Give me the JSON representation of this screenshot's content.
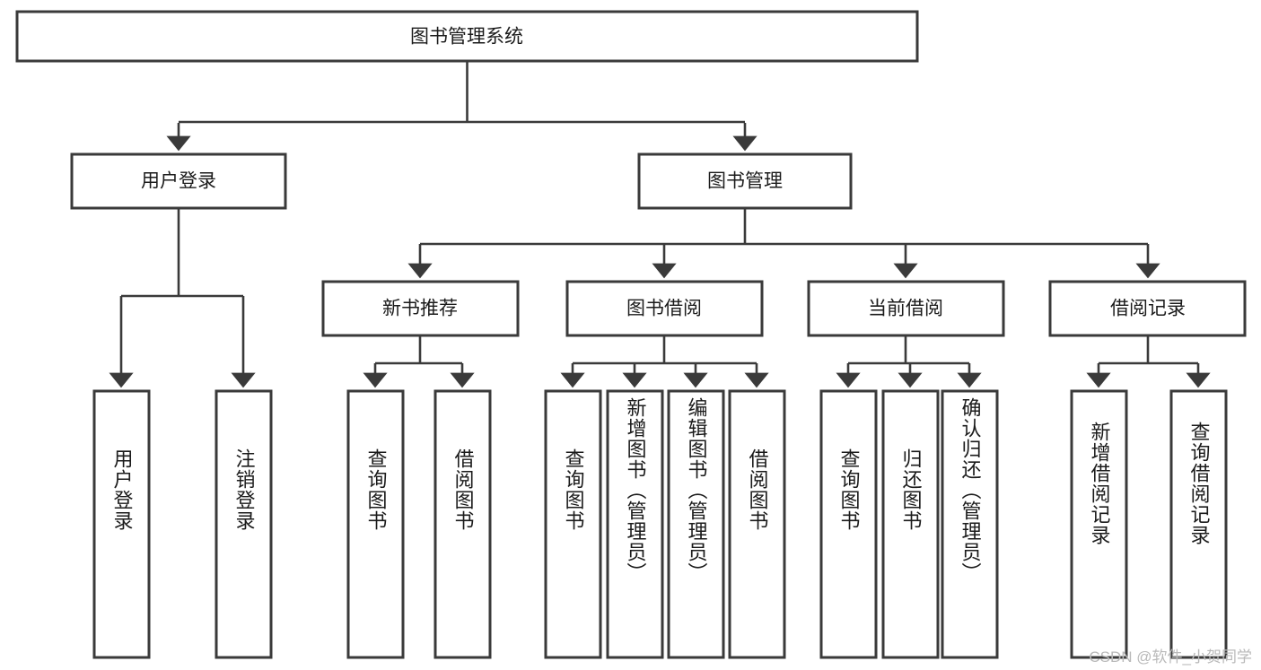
{
  "title": "图书管理系统",
  "watermark": "CSDN @软件_小贺同学",
  "colors": {
    "box_stroke": "#3a3a3a",
    "connector": "#3a3a3a",
    "text": "#1b1b1b",
    "background": "#ffffff",
    "watermark": "#b9b9b9"
  },
  "chart_data": {
    "type": "diagram",
    "diagram_kind": "hierarchy-tree",
    "title": "图书管理系统",
    "root": {
      "label": "图书管理系统",
      "children": [
        {
          "label": "用户登录",
          "children": [
            {
              "label": "用户登录"
            },
            {
              "label": "注销登录"
            }
          ]
        },
        {
          "label": "图书管理",
          "children": [
            {
              "label": "新书推荐",
              "children": [
                {
                  "label": "查询图书"
                },
                {
                  "label": "借阅图书"
                }
              ]
            },
            {
              "label": "图书借阅",
              "children": [
                {
                  "label": "查询图书"
                },
                {
                  "label": "新增图书（管理员）"
                },
                {
                  "label": "编辑图书（管理员）"
                },
                {
                  "label": "借阅图书"
                }
              ]
            },
            {
              "label": "当前借阅",
              "children": [
                {
                  "label": "查询图书"
                },
                {
                  "label": "归还图书"
                },
                {
                  "label": "确认归还（管理员）"
                }
              ]
            },
            {
              "label": "借阅记录",
              "children": [
                {
                  "label": "新增借阅记录"
                },
                {
                  "label": "查询借阅记录"
                }
              ]
            }
          ]
        }
      ]
    }
  },
  "nodes": {
    "root": {
      "label": "图书管理系统"
    },
    "level1": {
      "user_login": {
        "label": "用户登录"
      },
      "book_manage": {
        "label": "图书管理"
      }
    },
    "level2": {
      "new_book_rec": {
        "label": "新书推荐"
      },
      "book_borrow": {
        "label": "图书借阅"
      },
      "current_borrow": {
        "label": "当前借阅"
      },
      "borrow_record": {
        "label": "借阅记录"
      }
    },
    "leaves": {
      "user_login_1": {
        "label": "用户登录"
      },
      "user_login_2": {
        "label": "注销登录"
      },
      "new_book_1": {
        "label": "查询图书"
      },
      "new_book_2": {
        "label": "借阅图书"
      },
      "borrow_1": {
        "label": "查询图书"
      },
      "borrow_2": {
        "label": "新增图书（管理员）"
      },
      "borrow_3": {
        "label": "编辑图书（管理员）"
      },
      "borrow_4": {
        "label": "借阅图书"
      },
      "current_1": {
        "label": "查询图书"
      },
      "current_2": {
        "label": "归还图书"
      },
      "current_3": {
        "label": "确认归还（管理员）"
      },
      "record_1": {
        "label": "新增借阅记录"
      },
      "record_2": {
        "label": "查询借阅记录"
      }
    }
  }
}
